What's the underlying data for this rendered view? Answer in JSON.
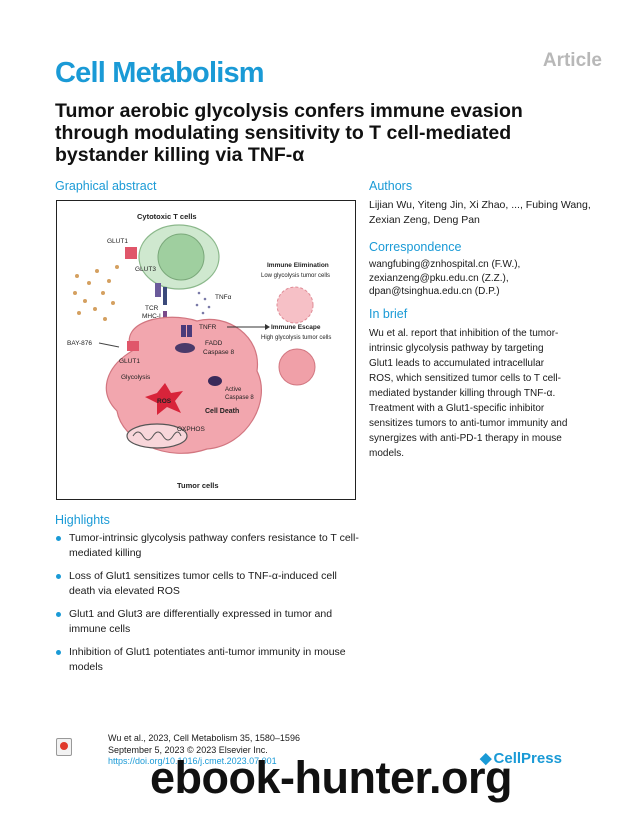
{
  "header": {
    "article_label": "Article",
    "journal": "Cell Metabolism",
    "title": "Tumor aerobic glycolysis confers immune evasion through modulating sensitivity to T cell-mediated bystander killing via TNF-α"
  },
  "graphical_abstract": {
    "heading": "Graphical abstract",
    "labels": {
      "cytotoxic": "Cytotoxic T cells",
      "glut1_top": "GLUT1",
      "glut3": "GLUT3",
      "tcr": "TCR",
      "mhc": "MHC-I",
      "tnfa": "TNFα",
      "tnfr": "TNFR",
      "immune_elimination": "Immune Elimination",
      "low_glycolysis": "Low glycolysis tumor cells",
      "immune_escape": "Immune Escape",
      "high_glycolysis": "High glycolysis tumor cells",
      "bay": "BAY-876",
      "glut1_tumor": "GLUT1",
      "fadd": "FADD",
      "caspase8": "Caspase 8",
      "glycolysis": "Glycolysis",
      "active": "Active",
      "active_caspase": "Caspase 8",
      "ros": "ROS",
      "cell_death": "Cell Death",
      "oxphos": "OXPHOS",
      "tumor_cells": "Tumor cells"
    }
  },
  "authors": {
    "heading": "Authors",
    "text": "Lijian Wu, Yiteng Jin, Xi Zhao, ..., Fubing Wang, Zexian Zeng, Deng Pan"
  },
  "correspondence": {
    "heading": "Correspondence",
    "lines": [
      "wangfubing@znhospital.cn (F.W.),",
      "zexianzeng@pku.edu.cn (Z.Z.),",
      "dpan@tsinghua.edu.cn (D.P.)"
    ]
  },
  "in_brief": {
    "heading": "In brief",
    "text": "Wu et al. report that inhibition of the tumor-intrinsic glycolysis pathway by targeting Glut1 leads to accumulated intracellular ROS, which sensitized tumor cells to T cell-mediated bystander killing through TNF-α. Treatment with a Glut1-specific inhibitor sensitizes tumors to anti-tumor immunity and synergizes with anti-PD-1 therapy in mouse models."
  },
  "highlights": {
    "heading": "Highlights",
    "items": [
      "Tumor-intrinsic glycolysis pathway confers resistance to T cell-mediated killing",
      "Loss of Glut1 sensitizes tumor cells to TNF-α-induced cell death via elevated ROS",
      "Glut1 and Glut3 are differentially expressed in tumor and immune cells",
      "Inhibition of Glut1 potentiates anti-tumor immunity in mouse models"
    ]
  },
  "footer": {
    "citation_line1": "Wu et al., 2023, Cell Metabolism 35, 1580–1596",
    "citation_line2": "September 5, 2023 © 2023 Elsevier Inc.",
    "doi": "https://doi.org/10.1016/j.cmet.2023.07.001",
    "publisher": "CellPress",
    "watermark": "ebook-hunter.org"
  },
  "colors": {
    "accent": "#1a9ad6",
    "t_cell": "#a8d8a8",
    "tumor": "#f0a0a8",
    "ros": "#d8243a"
  }
}
